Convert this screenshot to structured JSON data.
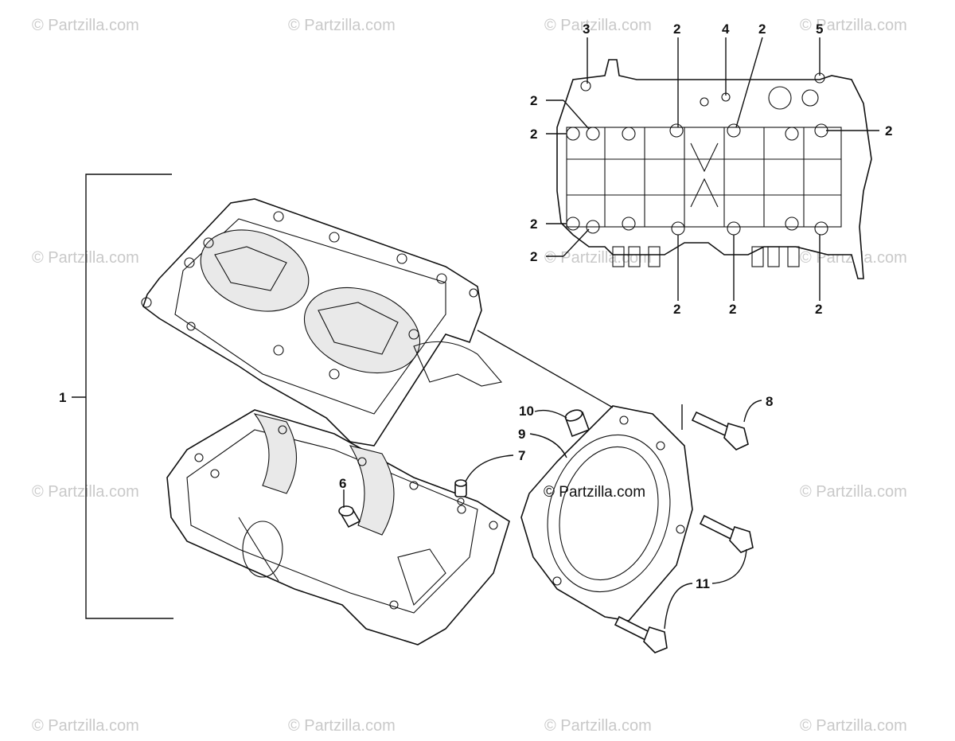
{
  "diagram": {
    "watermark_text": "© Partzilla.com",
    "center_watermark": "© Partzilla.com",
    "callouts": {
      "c1": "1",
      "c3": "3",
      "c4": "4",
      "c5": "5",
      "c6": "6",
      "c7": "7",
      "c8": "8",
      "c9": "9",
      "c10": "10",
      "c11": "11",
      "c2": "2"
    }
  }
}
